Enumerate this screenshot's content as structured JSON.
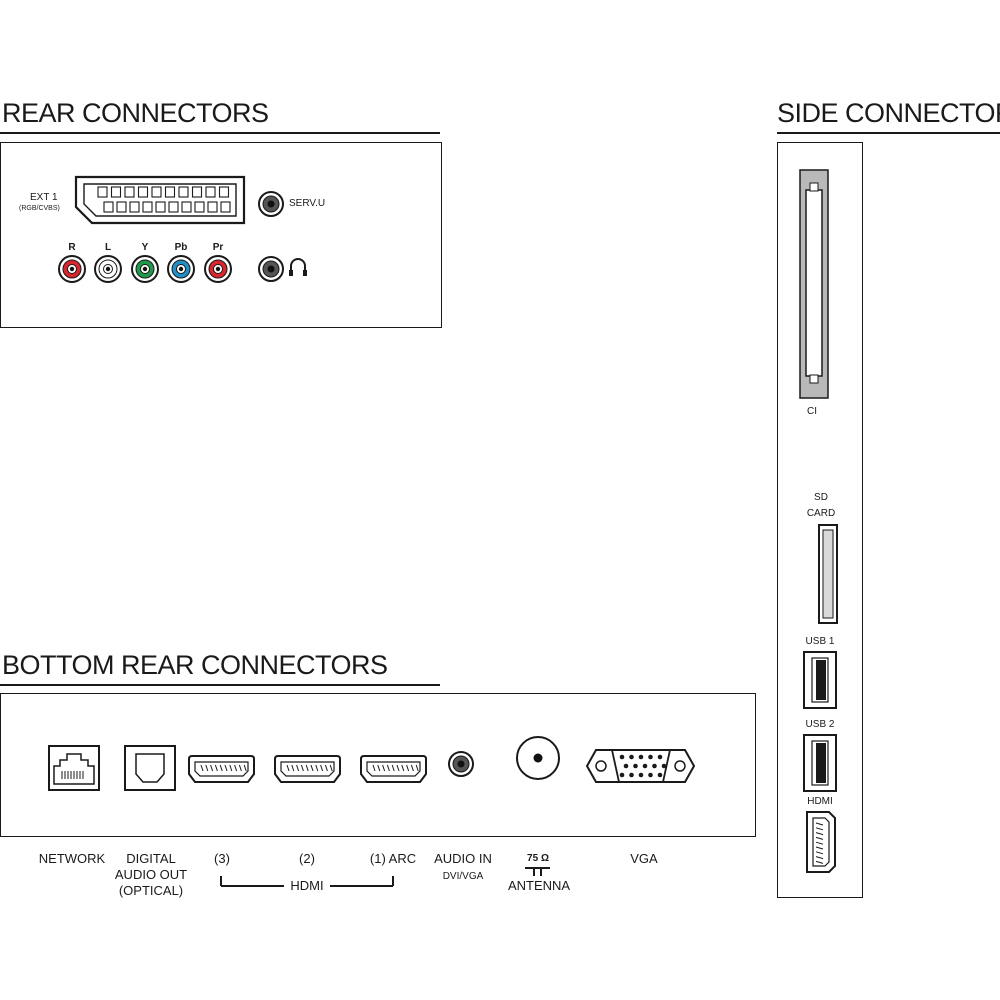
{
  "sections": {
    "rear": "REAR CONNECTORS",
    "bottom_rear": "BOTTOM REAR CONNECTORS",
    "side": "SIDE CONNECTORS"
  },
  "rear": {
    "ext1": "EXT 1",
    "ext1_sub": "(RGB/CVBS)",
    "serv": "SERV.U",
    "rca_labels": [
      "R",
      "L",
      "Y",
      "Pb",
      "Pr"
    ],
    "rca_colors": [
      "#d9262c",
      "#ffffff",
      "#1f9a4c",
      "#1f8fc6",
      "#d9262c"
    ],
    "headphone_icon": "headphones-icon"
  },
  "bottom": {
    "network": "NETWORK",
    "digital_audio": [
      "DIGITAL",
      "AUDIO OUT",
      "(OPTICAL)"
    ],
    "hdmi3": "(3)",
    "hdmi2": "(2)",
    "hdmi1": "(1) ARC",
    "hdmi_group": "HDMI",
    "audio_in": "AUDIO IN",
    "audio_in_sub": "DVI/VGA",
    "antenna_ohm": "75 Ω",
    "antenna": "ANTENNA",
    "vga": "VGA"
  },
  "side": {
    "ci": "CI",
    "sd_card": [
      "SD",
      "CARD"
    ],
    "usb1": "USB 1",
    "usb2": "USB 2",
    "hdmi": "HDMI"
  }
}
